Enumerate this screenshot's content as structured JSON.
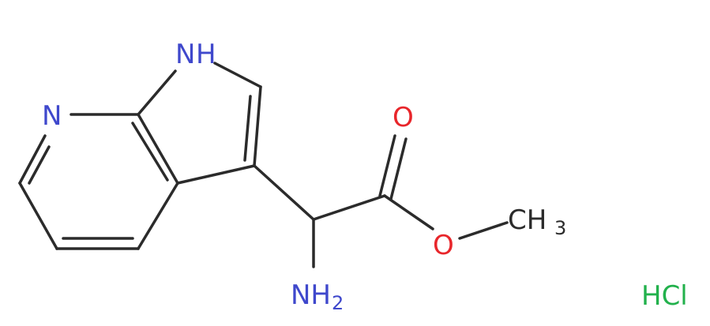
{
  "molecule": {
    "atoms": {
      "nh_ring": {
        "text": "H",
        "prefix": "N"
      },
      "n_pyridine": {
        "text": "N"
      },
      "o_carbonyl": {
        "text": "O"
      },
      "o_ester": {
        "text": "O"
      },
      "ch3": {
        "main": "CH",
        "sub": "3"
      },
      "nh2": {
        "main": "NH",
        "sub": "2"
      },
      "hcl": {
        "text": "HCl"
      }
    },
    "colors": {
      "bond": "#2b2b2b",
      "nitrogen": "#3f48cc",
      "oxygen": "#e8262b",
      "carbon": "#2b2b2b",
      "chlorine": "#22b14c"
    }
  }
}
